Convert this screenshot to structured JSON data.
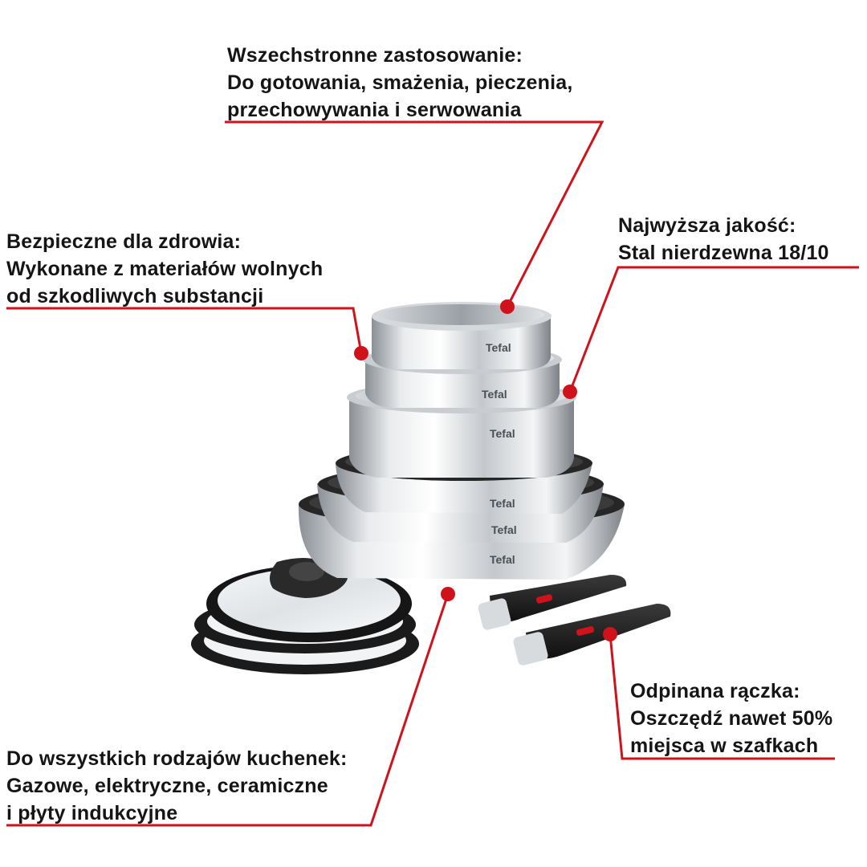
{
  "colors": {
    "accent_red": "#d0121b",
    "text": "#151515",
    "steel_light": "#f1f2f3",
    "steel_dark": "#7d8288",
    "handle_black": "#1e1e1e"
  },
  "brand": "Tefal",
  "callouts": {
    "versatile": {
      "title": "Wszechstronne zastosowanie:",
      "line1": "Do gotowania, smażenia, pieczenia,",
      "line2": "przechowywania i serwowania"
    },
    "health": {
      "title": "Bezpieczne dla zdrowia:",
      "line1": "Wykonane z materiałów wolnych",
      "line2": "od szkodliwych substancji"
    },
    "quality": {
      "title": "Najwyższa jakość:",
      "line1": "Stal nierdzewna 18/10"
    },
    "handle": {
      "title": "Odpinana rączka:",
      "line1": "Oszczędź nawet 50%",
      "line2": "miejsca w szafkach"
    },
    "cooktops": {
      "title": "Do wszystkich rodzajów kuchenek:",
      "line1": "Gazowe, elektryczne, ceramiczne",
      "line2": "i płyty indukcyjne"
    }
  },
  "icons": {
    "callout_marker": "red-dot-icon",
    "lid_knob": "lid-knob-icon"
  }
}
